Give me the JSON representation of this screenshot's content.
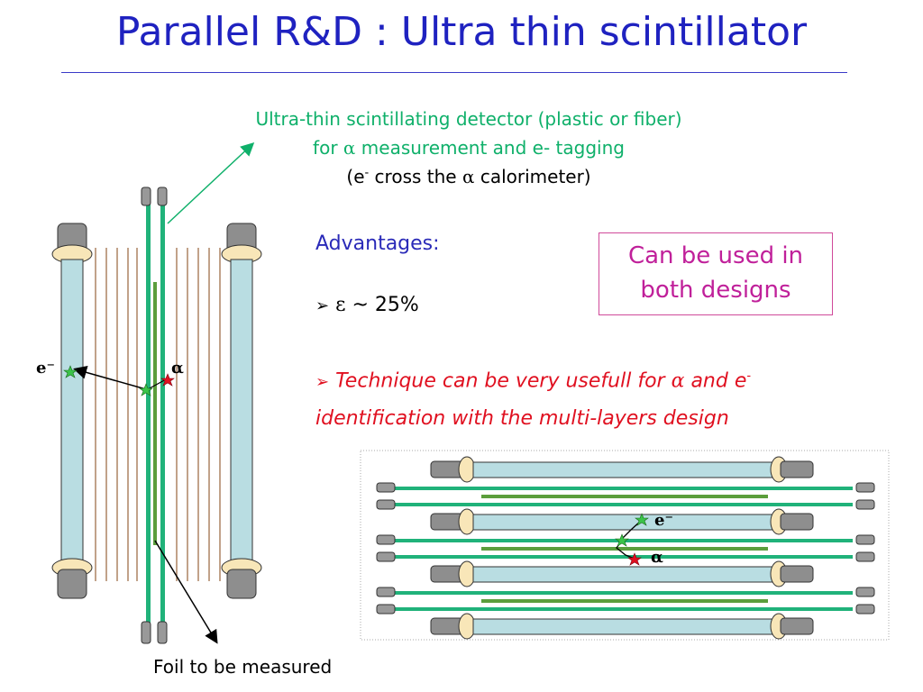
{
  "title": "Parallel R&D : Ultra thin scintillator",
  "callout": {
    "line1": "Ultra-thin scintillating detector (plastic or fiber)",
    "line2_pre": "for ",
    "line2_sym": "α",
    "line2_post": " measurement and e- tagging",
    "line3_pre": "(e",
    "line3_sup": "-",
    "line3_mid": " cross the ",
    "line3_sym": "α",
    "line3_post": " calorimeter)"
  },
  "advantages": {
    "heading": "Advantages:",
    "bullet": "➢",
    "eff_sym": "ε",
    "eff_text": " ~ 25%",
    "technique_line1_pre": " Technique can be very usefull for ",
    "technique_sym": "α",
    "technique_line1_mid": " and e",
    "technique_sup": "-",
    "technique_line2": "identification with the multi-layers design"
  },
  "box": {
    "line1": "Can be used in",
    "line2": "both designs"
  },
  "labels": {
    "foil": "Foil to be measured",
    "electron": "e⁻",
    "alpha": "α"
  },
  "colors": {
    "title": "#1f22c0",
    "callout_green": "#0fb06a",
    "fiber_green": "#20b27a",
    "foil_olive": "#5b9e3c",
    "tube_fill": "#b9dde2",
    "cap_fill": "#f8e6b8",
    "pmt_gray": "#8e8e8e",
    "wire_brown": "#a0704a",
    "alpha_red": "#e01020",
    "box_border": "#d04a9a",
    "box_text": "#c0209a"
  }
}
